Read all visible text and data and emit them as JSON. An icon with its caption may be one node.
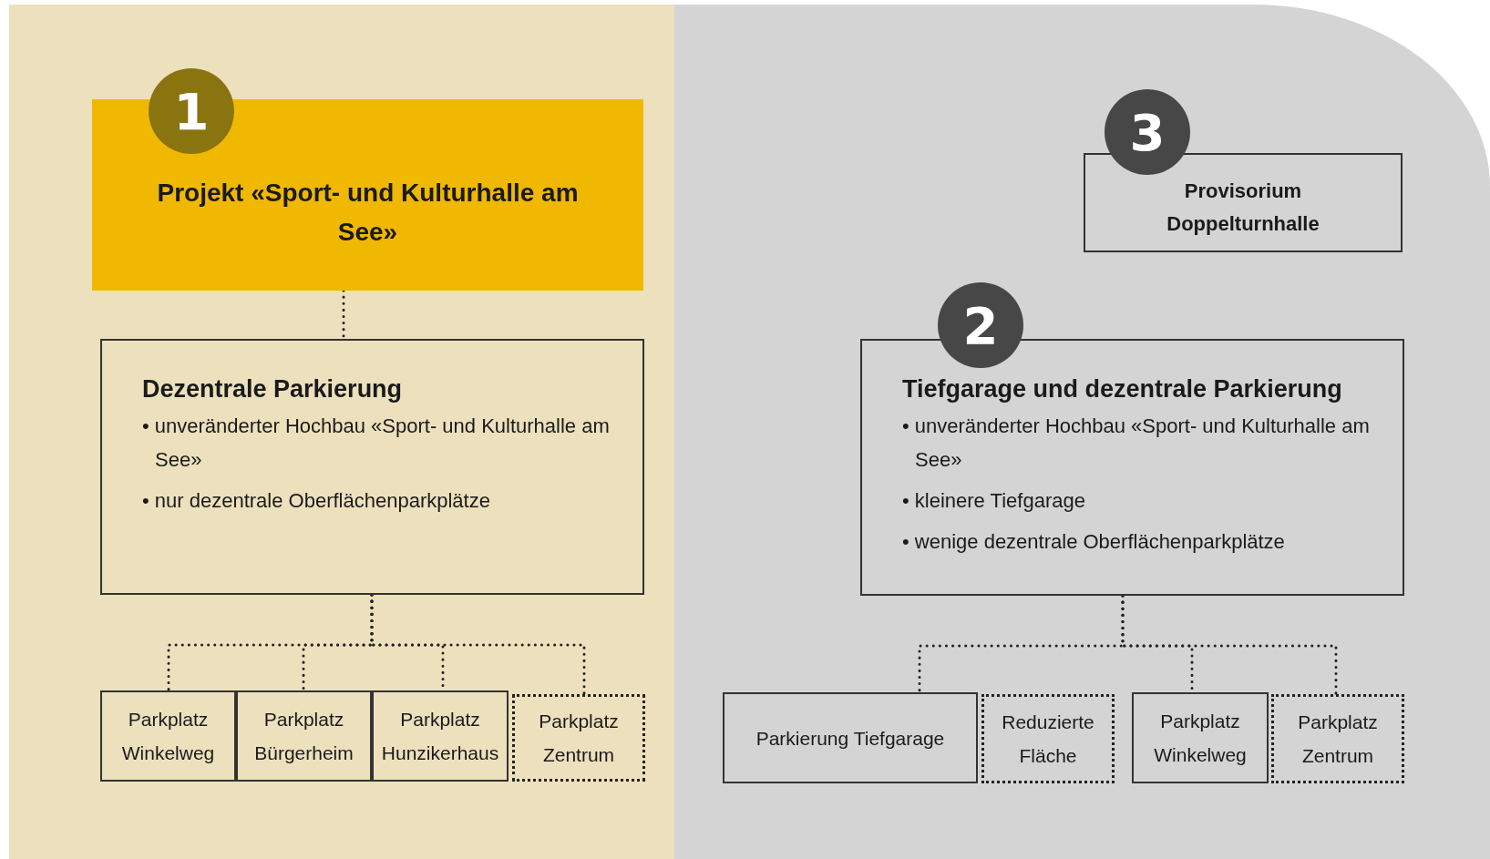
{
  "diagram": {
    "nodes": [
      {
        "text": [
          "1",
          "Projekt «Sport- und Kulturhalle am See»"
        ]
      },
      {
        "text": [
          "Dezentrale Parkierung",
          "• unveränderter Hochbau «Sport- und Kulturhalle am See»",
          "• nur dezentrale Oberflächenparkplätze"
        ]
      },
      {
        "text": [
          "Parkplatz Winkelweg"
        ]
      },
      {
        "text": [
          "Parkplatz Bürgerheim"
        ]
      },
      {
        "text": [
          "Parkplatz Hunzikerhaus"
        ]
      },
      {
        "text": [
          "Parkplatz Zentrum"
        ]
      },
      {
        "text": [
          "3",
          "Provisorium Doppelturnhalle"
        ]
      },
      {
        "text": [
          "2",
          "Tiefgarage und dezentrale Parkierung",
          "• unveränderter Hochbau «Sport- und Kulturhalle am See»",
          "• kleinere Tiefgarage",
          "• wenige dezentrale Oberflächenparkplätze"
        ]
      },
      {
        "text": [
          "Parkierung Tiefgarage"
        ]
      },
      {
        "text": [
          "Reduzierte Fläche"
        ]
      },
      {
        "text": [
          "Parkplatz Winkelweg"
        ]
      },
      {
        "text": [
          "Parkplatz Zentrum"
        ]
      }
    ],
    "edges": [
      {
        "from": 0,
        "to": 1,
        "arrow": "none",
        "style": "dashed"
      },
      {
        "from": 1,
        "to": 2,
        "arrow": "none",
        "style": "dashed"
      },
      {
        "from": 1,
        "to": 3,
        "arrow": "none",
        "style": "dashed"
      },
      {
        "from": 1,
        "to": 4,
        "arrow": "none",
        "style": "dashed"
      },
      {
        "from": 1,
        "to": 5,
        "arrow": "none",
        "style": "dashed"
      },
      {
        "from": 7,
        "to": 8,
        "arrow": "none",
        "style": "dashed"
      },
      {
        "from": 7,
        "to": 10,
        "arrow": "none",
        "style": "dashed"
      },
      {
        "from": 7,
        "to": 11,
        "arrow": "none",
        "style": "dashed"
      }
    ]
  }
}
